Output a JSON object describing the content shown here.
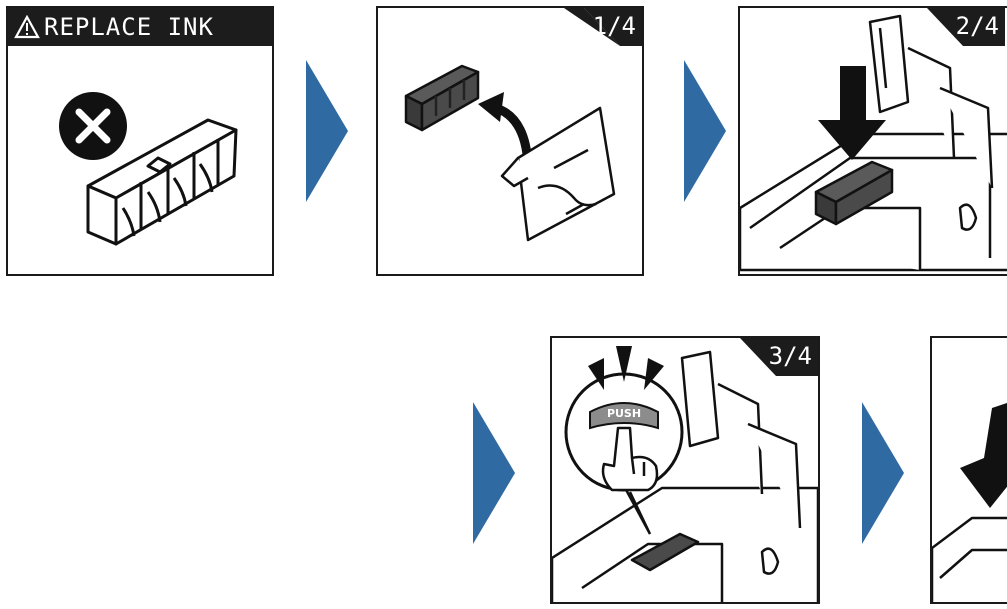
{
  "header": {
    "title": "REPLACE INK"
  },
  "steps": [
    {
      "label": "1/4"
    },
    {
      "label": "2/4"
    },
    {
      "label": "3/4"
    }
  ],
  "push_label": "PUSH",
  "colors": {
    "arrow": "#2f6aa3",
    "ink": "#1c1c1c",
    "cartridge_dark": "#4a4a4a",
    "push_button": "#8c8c8c"
  },
  "icons": [
    "warning-icon",
    "error-x-icon",
    "arrow-right-icon",
    "curved-arrow-icon",
    "down-arrow-icon",
    "pointing-hand-icon"
  ]
}
